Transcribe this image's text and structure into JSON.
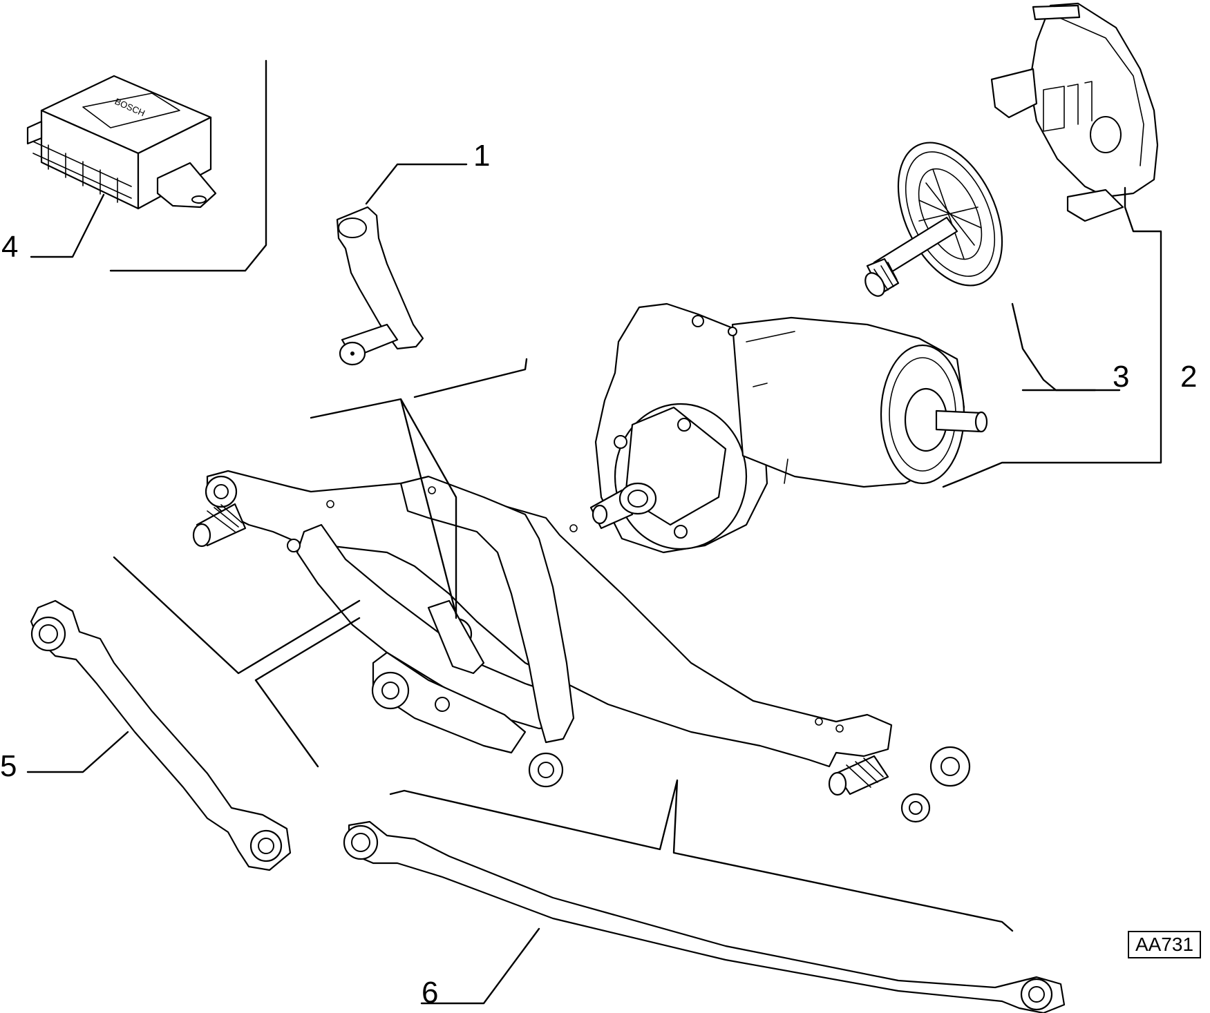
{
  "diagram": {
    "callouts": {
      "crank_arm": "1",
      "wiper_motor": "2",
      "motor_gear": "3",
      "control_unit": "4",
      "short_link_rod": "5",
      "long_link_rod": "6"
    },
    "control_unit_brand": "BOSCH",
    "reference_code": "AA731"
  }
}
